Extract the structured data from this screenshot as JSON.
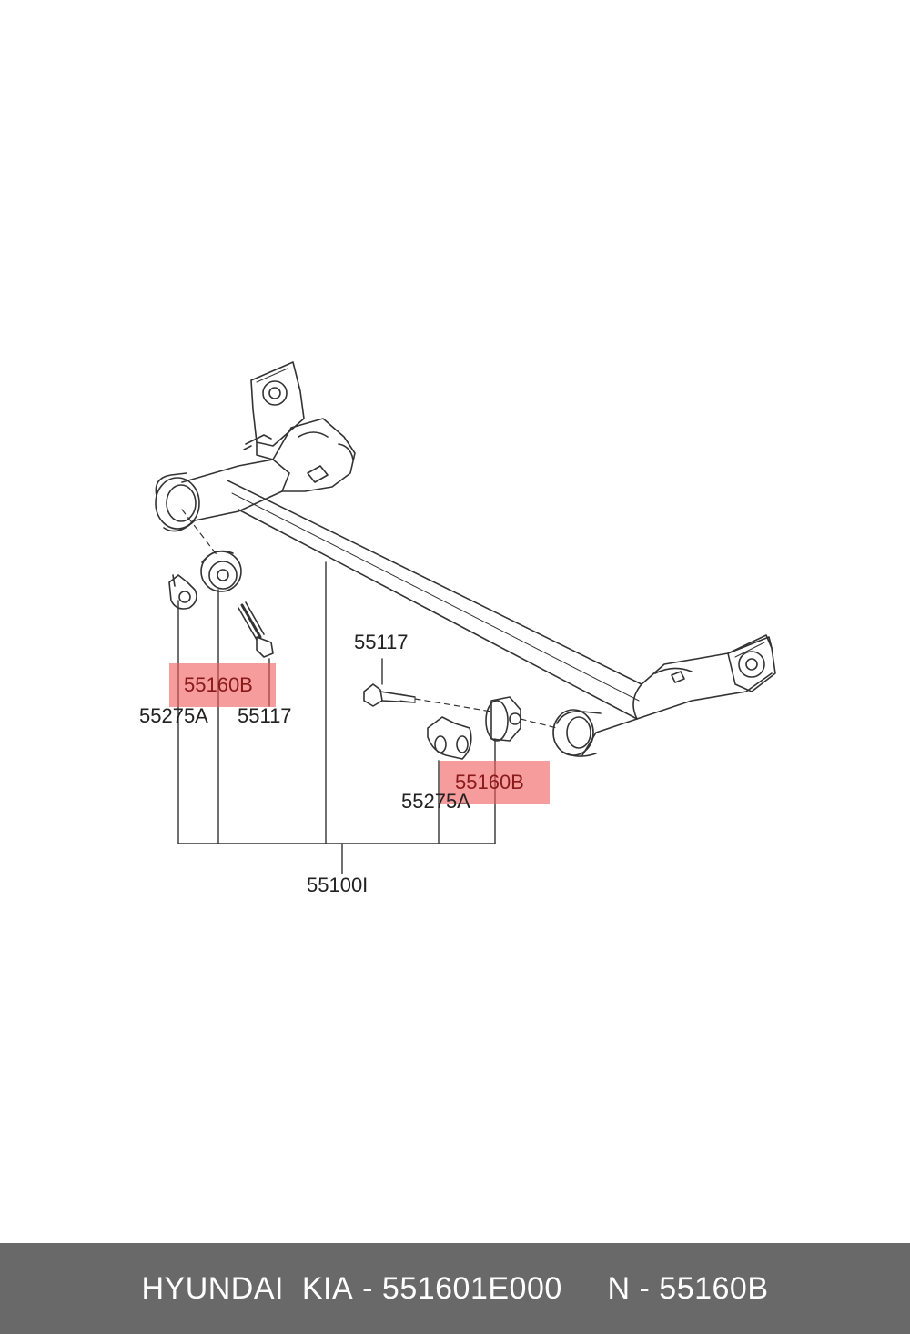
{
  "diagram": {
    "labels": {
      "bolt_right": "55117",
      "bushing_left": "55160B",
      "bracket_left": "55275A",
      "bolt_left": "55117",
      "bushing_right": "55160B",
      "bracket_right": "55275A",
      "assembly": "55100I"
    },
    "colors": {
      "highlight": "#f25a5a",
      "line": "#333333"
    }
  },
  "footer": {
    "brand": "HYUNDAI  KIA",
    "separator": " - ",
    "part_number": "551601E000",
    "gap": "     ",
    "ref_prefix": "N - ",
    "ref_number": "55160B",
    "background": "#696969"
  }
}
